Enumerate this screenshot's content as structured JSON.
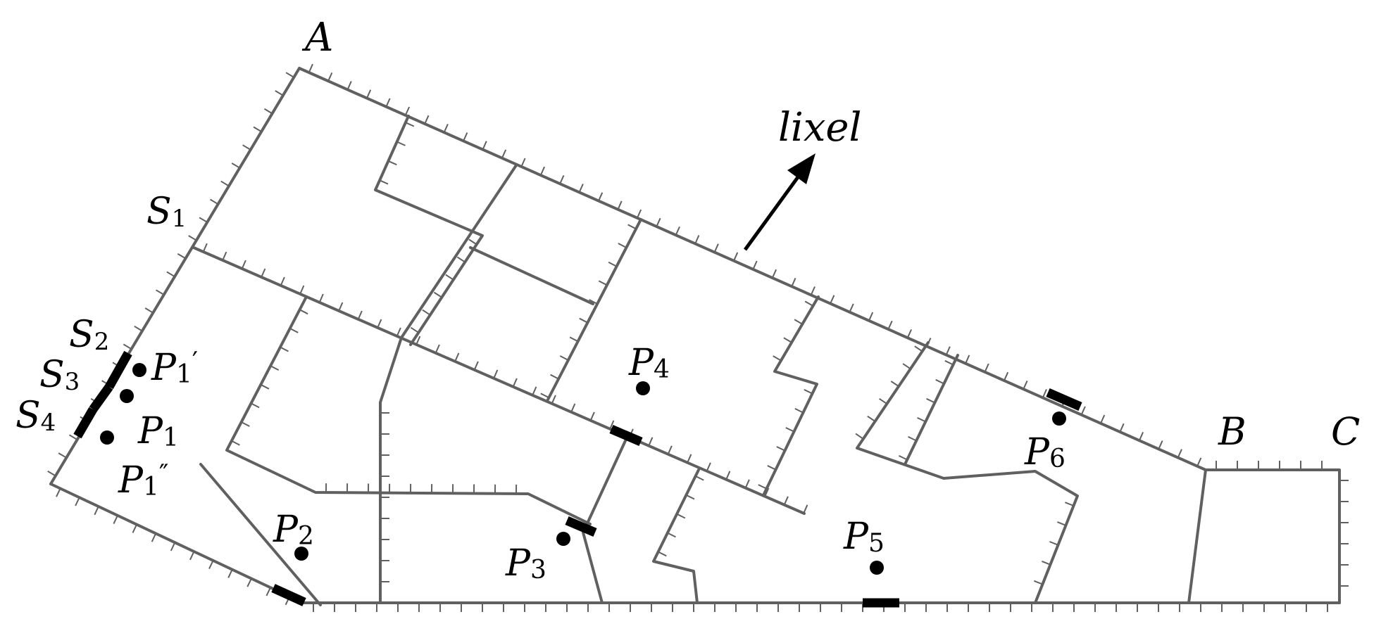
{
  "labels": {
    "A": "A",
    "B": "B",
    "C": "C",
    "S1": "S",
    "S1_sub": "1",
    "S2": "S",
    "S2_sub": "2",
    "S3": "S",
    "S3_sub": "3",
    "S4": "S",
    "S4_sub": "4",
    "P1": "P",
    "P1_sub": "1",
    "P1p": "P",
    "P1p_sub": "1",
    "P1p_mark": "′",
    "P1pp": "P",
    "P1pp_sub": "1",
    "P1pp_mark": "″",
    "P2": "P",
    "P2_sub": "2",
    "P3": "P",
    "P3_sub": "3",
    "P4": "P",
    "P4_sub": "4",
    "P5": "P",
    "P5_sub": "5",
    "P6": "P",
    "P6_sub": "6",
    "lixel": "lixel"
  },
  "colors": {
    "network": "#606060",
    "ink": "#000000"
  }
}
